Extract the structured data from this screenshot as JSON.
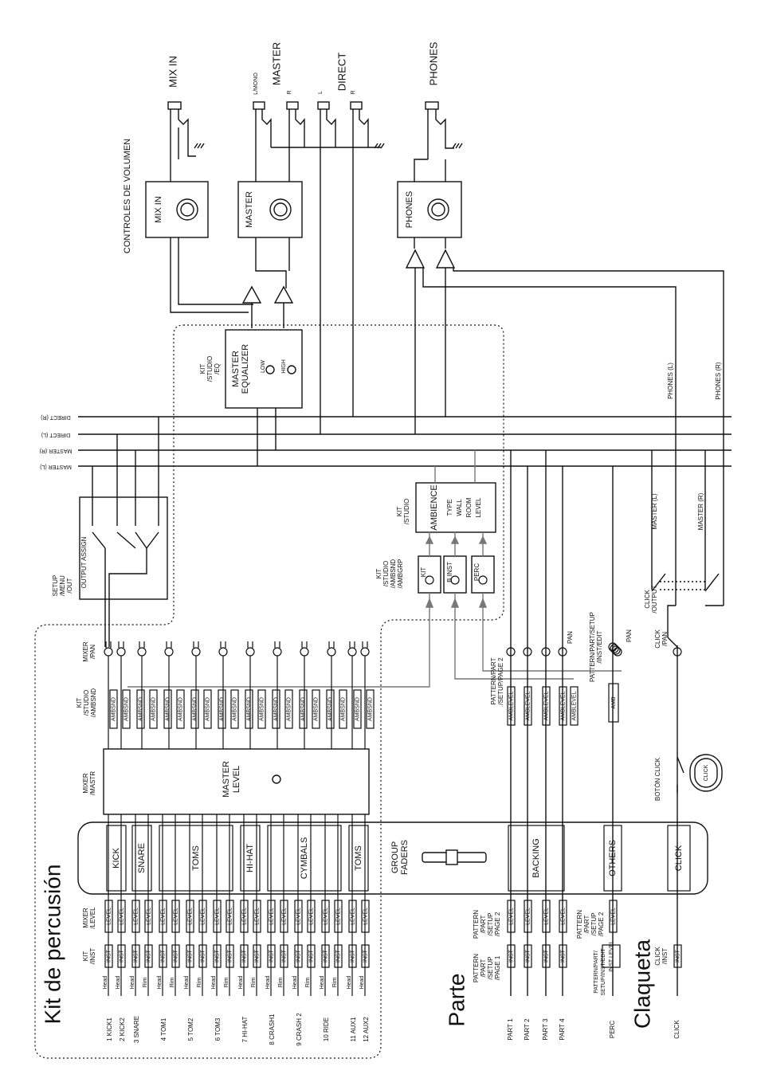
{
  "sections": {
    "kit": "Kit de percusión",
    "part": "Parte",
    "click": "Claqueta",
    "volume_controls": "CONTROLES DE VOLUMEN"
  },
  "outputs": {
    "mix_in": "MIX IN",
    "master": "MASTER",
    "direct": "DIRECT",
    "phones": "PHONES",
    "lmono": "L/MONO",
    "r": "R",
    "l": "L"
  },
  "knobs": {
    "mix_in": "MIX IN",
    "master": "MASTER",
    "phones": "PHONES"
  },
  "master_eq": {
    "path": [
      "KIT",
      "/STUDIO",
      "/EQ"
    ],
    "title": [
      "MASTER",
      "EQUALIZER"
    ],
    "low": "LOW",
    "high": "HIGH"
  },
  "buses": [
    "DIRECT (R)",
    "DIRECT (L)",
    "MASTER (R)",
    "MASTER (L)"
  ],
  "output_assign": {
    "path": [
      "SETUP",
      "/MENU",
      "/OUT"
    ],
    "label": "OUTPUT ASSIGN"
  },
  "ambience": {
    "path": [
      "KIT",
      "/STUDIO"
    ],
    "title": "AMBIENCE",
    "params": [
      "TYPE",
      "WALL",
      "ROOM",
      "LEVEL"
    ]
  },
  "amb_groups": {
    "path": [
      "KIT",
      "/STUDIO",
      "/AMBSND",
      "/AMBGRP"
    ],
    "items": [
      "KIT",
      "B INST",
      "PERC"
    ]
  },
  "phones_bus": {
    "l": "PHONES (L)",
    "r": "PHONES (R)"
  },
  "master_taps": {
    "l": "MASTER (L)",
    "r": "MASTER (R)"
  },
  "click_output": [
    "CLICK",
    "/OUTPUT"
  ],
  "click_pan": [
    "CLICK",
    "/PAN"
  ],
  "boton_click": "BOTÓN CLICK",
  "click_icon": "CLICK",
  "row_labels": {
    "mixer_pan": [
      "MIXER",
      "/PAN"
    ],
    "kit_ambsnd": [
      "KIT",
      "/STUDIO",
      "/AMBSND"
    ],
    "mixer_mastr": [
      "MIXER",
      "/MASTR"
    ],
    "mixer_level": [
      "MIXER",
      "/LEVEL"
    ],
    "kit_inst": [
      "KIT",
      "/INST"
    ]
  },
  "master_level": [
    "MASTER",
    "LEVEL"
  ],
  "group_faders": [
    "GROUP",
    "FADERS"
  ],
  "groups": [
    "KICK",
    "SNARE",
    "TOMS",
    "HI-HAT",
    "CYMBALS",
    "TOMS",
    "BACKING",
    "OTHERS",
    "CLICK"
  ],
  "kit_channels": [
    {
      "name": "1  KICK1",
      "pad": "Head"
    },
    {
      "name": "2  KICK2",
      "pad": "Head"
    },
    {
      "name": "3  SNARE",
      "pad": "Head"
    },
    {
      "name": "",
      "pad": "Rim"
    },
    {
      "name": "4  TOM1",
      "pad": "Head"
    },
    {
      "name": "",
      "pad": "Rim"
    },
    {
      "name": "5  TOM2",
      "pad": "Head"
    },
    {
      "name": "",
      "pad": "Rim"
    },
    {
      "name": "6  TOM3",
      "pad": "Head"
    },
    {
      "name": "",
      "pad": "Rim"
    },
    {
      "name": "7  HI-HAT",
      "pad": "Head"
    },
    {
      "name": "",
      "pad": "Rim"
    },
    {
      "name": "8  CRASH1",
      "pad": "Head"
    },
    {
      "name": "",
      "pad": "Rim"
    },
    {
      "name": "9  CRASH 2",
      "pad": "Head"
    },
    {
      "name": "",
      "pad": "Rim"
    },
    {
      "name": "10  RIDE",
      "pad": "Head"
    },
    {
      "name": "",
      "pad": "Rim"
    },
    {
      "name": "11  AUX1",
      "pad": "Head"
    },
    {
      "name": "12  AUX2",
      "pad": "Head"
    }
  ],
  "part_channels": [
    "PART 1",
    "PART 2",
    "PART 3",
    "PART 4"
  ],
  "perc_label": "PERC",
  "click_label": "CLICK",
  "box_labels": {
    "inst": "INST",
    "level": "LEVEL",
    "ambsnd": "AMBSND",
    "amblevel": "AMBLEVEL",
    "amb": "AMB",
    "inst_level": "INST  LEVEL"
  },
  "part_paths": {
    "page1": [
      "PATTERN",
      "/PART",
      "/SETUP",
      "/PAGE 1"
    ],
    "page2": [
      "PATTERN",
      "/PART",
      "/SETUP",
      "/PAGE 2"
    ],
    "perc_page2": [
      "PATTERN",
      "/PART",
      "/SETUP",
      "/PAGE 2"
    ],
    "perc_inst": [
      "PATTERN/PART/",
      "SETUP/INST/EDIT"
    ],
    "amb_page2": [
      "PATTERN/PART",
      "/SETUP/PAGE 2"
    ],
    "amb_inst": [
      "PATTERN/PART/SETUP",
      "/INST/EDIT"
    ],
    "click_inst": [
      "CLICK",
      "/INST"
    ]
  },
  "pan": "PAN"
}
